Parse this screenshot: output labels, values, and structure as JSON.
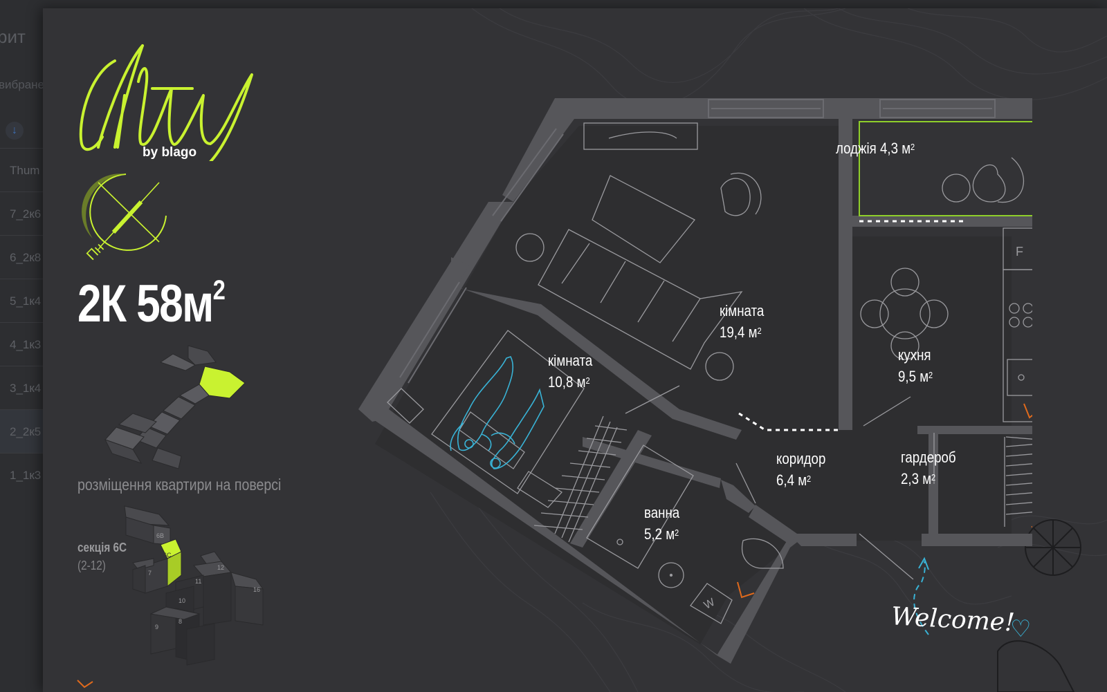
{
  "background": {
    "title": "рит",
    "subtitle": "вибране",
    "rows": [
      "Thum",
      "7_2к6",
      "6_2к8",
      "5_1к4",
      "4_1к3",
      "3_1к4",
      "2_2к5",
      "1_1к3"
    ],
    "selected_row": 6
  },
  "logo": {
    "script": "City",
    "byline": "by blago"
  },
  "compass": {
    "label": "Пн"
  },
  "apartment": {
    "type_area": "2К 58м",
    "sup": "2"
  },
  "floor": {
    "caption": "розміщення квартири на поверсі"
  },
  "section": {
    "label": "секція 6С",
    "floors": "(2-12)",
    "buildings": [
      "6В",
      "6С",
      "7",
      "11",
      "12",
      "10",
      "16",
      "9",
      "8"
    ]
  },
  "rooms": [
    {
      "name": "кімната",
      "area": "19,4 м",
      "sup": "2"
    },
    {
      "name": "кімната",
      "area": "10,8 м",
      "sup": "2"
    },
    {
      "name": "лоджія 4,3 м",
      "area": "",
      "sup": "2"
    },
    {
      "name": "кухня",
      "area": "9,5 м",
      "sup": "2"
    },
    {
      "name": "коридор",
      "area": "6,4 м",
      "sup": "2"
    },
    {
      "name": "гардероб",
      "area": "2,3 м",
      "sup": "2"
    },
    {
      "name": "ванна",
      "area": "5,2 м",
      "sup": "2"
    }
  ],
  "welcome": "Welcome!",
  "colors": {
    "accent": "#c9f230",
    "panel": "#333336",
    "wall": "#56565a",
    "walk": "#39b3d6",
    "orange": "#e06a1c"
  }
}
